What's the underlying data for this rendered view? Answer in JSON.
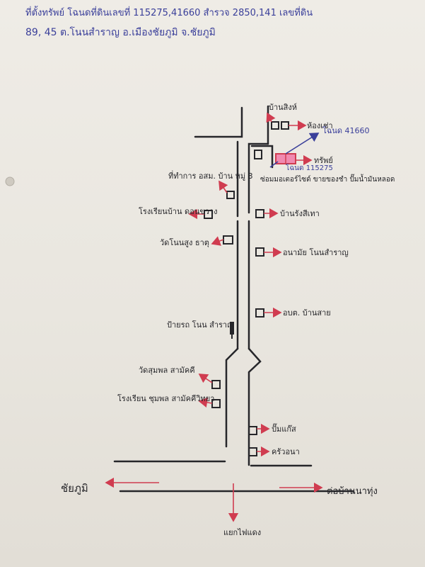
{
  "header": {
    "line1": "ที่ตั้งทรัพย์ โฉนดที่ดินเลขที่ 115275,41660 สำรวจ 2850,141 เลขที่ดิน",
    "line2": "89, 45 ต.โนนสำราญ อ.เมืองชัยภูมิ จ.ชัยภูมิ"
  },
  "landmarks": {
    "north_village": "บ้านสิงห์",
    "alley_house": "ห้องเช่า",
    "deed_41660": "โฉนด 41660",
    "property": "ทรัพย์",
    "deed_115275": "โฉนด 115275",
    "repair_shop": "ซ่อมมอเตอร์ไซด์ ขายของชำ ปั๊มน้ำมันหลอด",
    "village_head": "ที่ทำการ อสม. บ้าน หมู่ 3",
    "school_north": "โรงเรียนบ้าน ดอนขวาง",
    "temple_north": "วัดโนนสูง ธาตุ",
    "bus_stop_north": "ป้ายรถ โนน สำราญ",
    "house_east_1": "บ้านรังสีเทา",
    "health_center": "อนามัย โนนสำราญ",
    "tambon_office": "อบต. บ้านสาย",
    "temple_south": "วัดสุมพล สามัคคี",
    "school_south": "โรงเรียน ชุมพล สามัคคีวิทยา",
    "gas_station": "ปั๊มแก๊ส",
    "coffee_shop": "ครัวอนา",
    "west_city": "ชัยภูมิ",
    "east_direction": "ต่อบ้านนาทุ่ง",
    "south_direction": "แยกไฟแดง"
  },
  "colors": {
    "ink": "#26262a",
    "red_ink": "#d03c50",
    "blue_ink": "#3a3f9a",
    "property_fill": "#f08ab0"
  }
}
